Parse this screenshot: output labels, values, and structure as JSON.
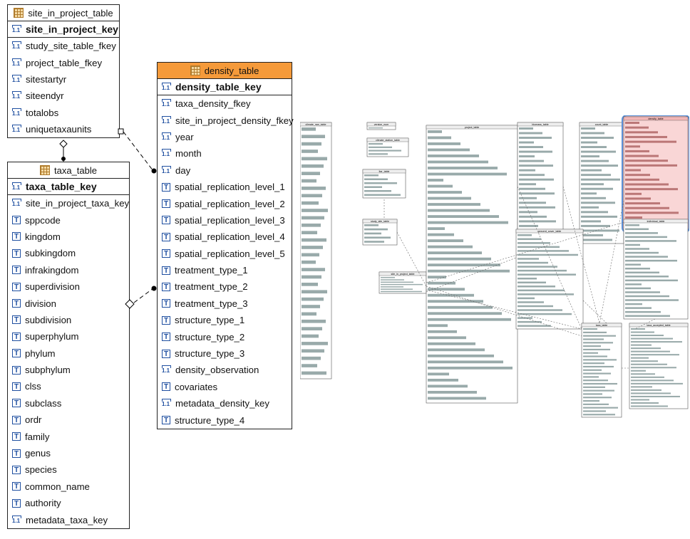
{
  "site_table": {
    "title": "site_in_project_table",
    "key": "site_in_project_key",
    "fields": [
      "study_site_table_fkey",
      "project_table_fkey",
      "sitestartyr",
      "siteendyr",
      "totalobs",
      "uniquetaxaunits"
    ],
    "field_types": [
      "num",
      "num",
      "num",
      "num",
      "num",
      "num"
    ]
  },
  "density_table": {
    "title": "density_table",
    "key": "density_table_key",
    "fields": [
      "taxa_density_fkey",
      "site_in_project_density_fkey",
      "year",
      "month",
      "day",
      "spatial_replication_level_1",
      "spatial_replication_level_2",
      "spatial_replication_level_3",
      "spatial_replication_level_4",
      "spatial_replication_level_5",
      "treatment_type_1",
      "treatment_type_2",
      "treatment_type_3",
      "structure_type_1",
      "structure_type_2",
      "structure_type_3",
      "density_observation",
      "covariates",
      "metadata_density_key",
      "structure_type_4"
    ],
    "field_types": [
      "num",
      "num",
      "num",
      "num",
      "num",
      "text",
      "text",
      "text",
      "text",
      "text",
      "text",
      "text",
      "text",
      "text",
      "text",
      "text",
      "num",
      "text",
      "num",
      "text"
    ],
    "header_color": "#f59a3a"
  },
  "taxa_table": {
    "title": "taxa_table",
    "key": "taxa_table_key",
    "fields": [
      "site_in_project_taxa_key",
      "sppcode",
      "kingdom",
      "subkingdom",
      "infrakingdom",
      "superdivision",
      "division",
      "subdivision",
      "superphylum",
      "phylum",
      "subphylum",
      "clss",
      "subclass",
      "ordr",
      "family",
      "genus",
      "species",
      "common_name",
      "authority",
      "metadata_taxa_key"
    ],
    "field_types": [
      "num",
      "text",
      "text",
      "text",
      "text",
      "text",
      "text",
      "text",
      "text",
      "text",
      "text",
      "text",
      "text",
      "text",
      "text",
      "text",
      "text",
      "text",
      "text",
      "num"
    ]
  },
  "overview": {
    "tables": [
      {
        "title": "climate_raw_table"
      },
      {
        "title": "climate_station_table"
      },
      {
        "title": "ltar_table"
      },
      {
        "title": "study_site_table"
      },
      {
        "title": "site_in_project_table"
      },
      {
        "title": "project_table"
      },
      {
        "title": "biomass_table"
      },
      {
        "title": "count_table"
      },
      {
        "title": "density_table"
      },
      {
        "title": "percent_cover_table"
      },
      {
        "title": "individual_table"
      },
      {
        "title": "taxa_table"
      },
      {
        "title": "taxa_accepted_table"
      }
    ],
    "highlight_color": "#f6c6c6",
    "highlight_border": "#5a8fd6"
  }
}
